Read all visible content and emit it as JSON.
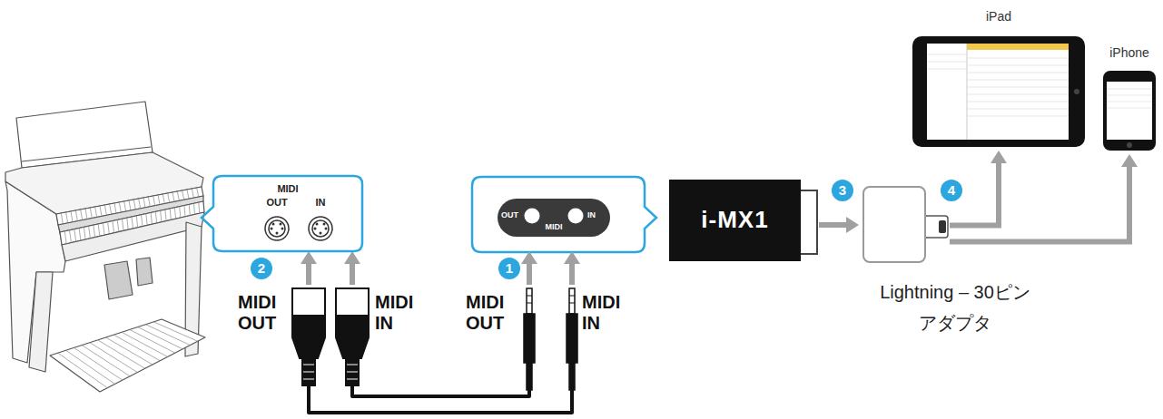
{
  "diagram": {
    "nodes": [
      {
        "text": [
          "MIDI",
          "OUT",
          "IN"
        ]
      },
      {
        "text": [
          "OUT",
          "MIDI",
          "IN"
        ]
      },
      {
        "text": [
          "i-MX1"
        ]
      },
      {
        "text": [
          "Lightning – 30ピン アダプタ"
        ]
      },
      {
        "text": [
          "iPad"
        ]
      },
      {
        "text": [
          "iPhone"
        ]
      }
    ],
    "edges": [
      {
        "from": 2,
        "to": 3,
        "arrow": "to"
      },
      {
        "from": 3,
        "to": 4,
        "arrow": "to"
      },
      {
        "from": 3,
        "to": 5,
        "arrow": "to"
      }
    ],
    "labels": [
      "2",
      "MIDI OUT",
      "MIDI IN",
      "1",
      "MIDI OUT",
      "MIDI IN",
      "3",
      "4"
    ]
  }
}
